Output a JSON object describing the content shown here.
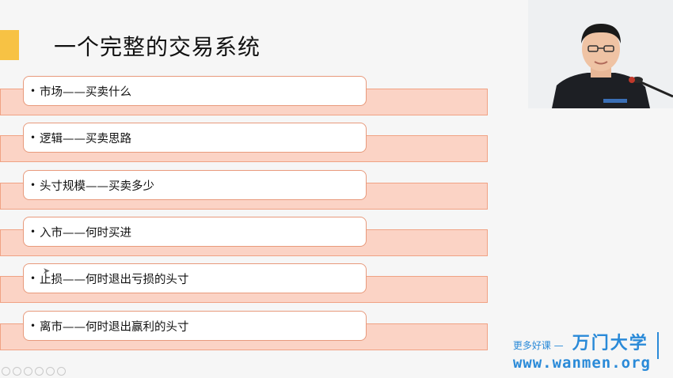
{
  "slide": {
    "title": "一个完整的交易系统",
    "bullet_char": "•",
    "items": [
      {
        "label": "市场——买卖什么"
      },
      {
        "label": "逻辑——买卖思路"
      },
      {
        "label": "头寸规模——买卖多少"
      },
      {
        "label": "入市——何时买进"
      },
      {
        "label": "止损——何时退出亏损的头寸"
      },
      {
        "label": "离市——何时退出赢利的头寸"
      }
    ]
  },
  "watermark": {
    "tagline": "更多好课 —",
    "brand": "万门大学",
    "url": "www.wanmen.org"
  },
  "colors": {
    "accent": "#f7c244",
    "band_fill": "#fbd3c5",
    "band_border": "#f0a284",
    "brand_blue": "#2a8ad8"
  }
}
